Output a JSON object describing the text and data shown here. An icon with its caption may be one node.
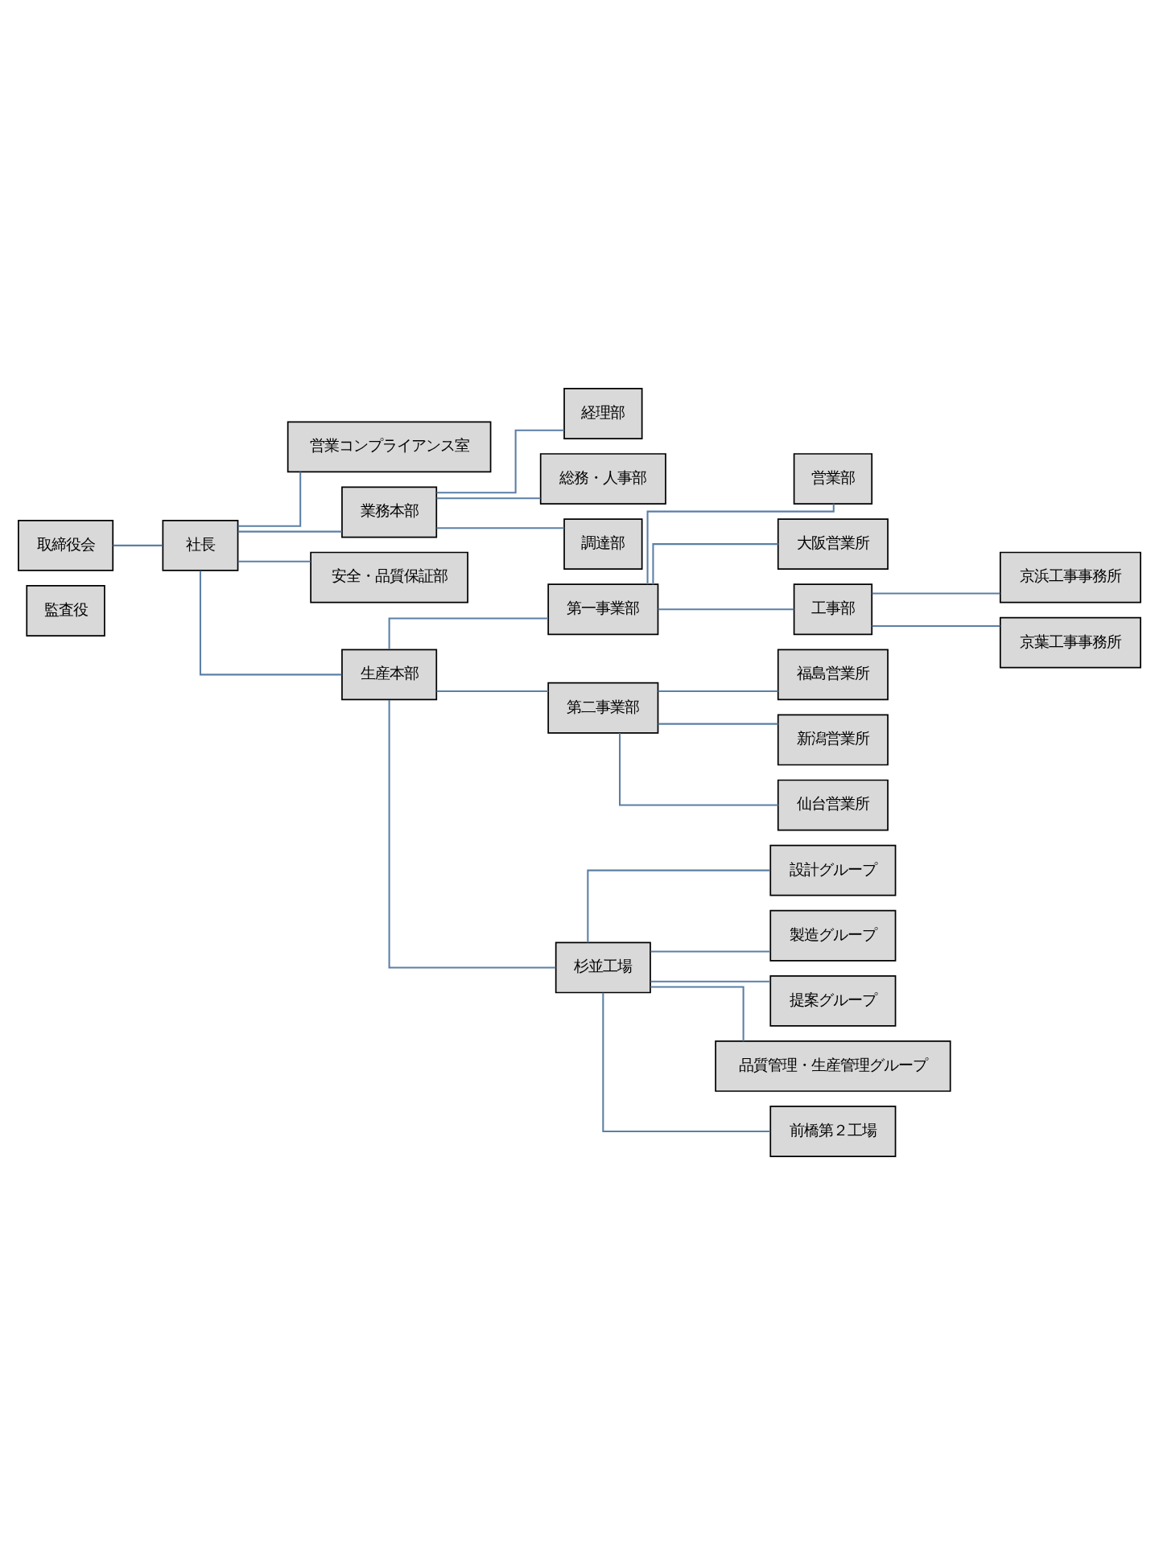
{
  "diagram": {
    "nodes": [
      {
        "text": [
          "取締役会"
        ]
      },
      {
        "text": [
          "社長"
        ]
      },
      {
        "text": [
          "監査役"
        ]
      },
      {
        "text": [
          "営業コンプライアンス室"
        ]
      },
      {
        "text": [
          "業務本部"
        ]
      },
      {
        "text": [
          "経理部"
        ]
      },
      {
        "text": [
          "総務・人事部"
        ]
      },
      {
        "text": [
          "調達部"
        ]
      },
      {
        "text": [
          "安全・品質保証部"
        ]
      },
      {
        "text": [
          "生産本部"
        ]
      },
      {
        "text": [
          "第一事業部"
        ]
      },
      {
        "text": [
          "営業部"
        ]
      },
      {
        "text": [
          "大阪営業所"
        ]
      },
      {
        "text": [
          "工事部"
        ]
      },
      {
        "text": [
          "京浜工事事務所"
        ]
      },
      {
        "text": [
          "京葉工事事務所"
        ]
      },
      {
        "text": [
          "第二事業部"
        ]
      },
      {
        "text": [
          "福島営業所"
        ]
      },
      {
        "text": [
          "新潟営業所"
        ]
      },
      {
        "text": [
          "仙台営業所"
        ]
      },
      {
        "text": [
          "杉並工場"
        ]
      },
      {
        "text": [
          "設計グループ"
        ]
      },
      {
        "text": [
          "製造グループ"
        ]
      },
      {
        "text": [
          "提案グループ"
        ]
      },
      {
        "text": [
          "品質管理・生産管理グループ"
        ]
      },
      {
        "text": [
          "前橋第２工場"
        ]
      }
    ],
    "edges": [
      {
        "from": 0,
        "to": 1,
        "arrow": "none"
      },
      {
        "from": 1,
        "to": 4,
        "arrow": "none"
      },
      {
        "from": 1,
        "to": 8,
        "arrow": "none"
      },
      {
        "from": 1,
        "to": 9,
        "arrow": "none"
      },
      {
        "from": 1,
        "to": 3,
        "arrow": "none"
      },
      {
        "from": 4,
        "to": 5,
        "arrow": "none"
      },
      {
        "from": 4,
        "to": 6,
        "arrow": "none"
      },
      {
        "from": 4,
        "to": 7,
        "arrow": "none"
      },
      {
        "from": 9,
        "to": 10,
        "arrow": "none"
      },
      {
        "from": 10,
        "to": 11,
        "arrow": "none"
      },
      {
        "from": 10,
        "to": 12,
        "arrow": "none"
      },
      {
        "from": 10,
        "to": 13,
        "arrow": "none"
      },
      {
        "from": 13,
        "to": 14,
        "arrow": "none"
      },
      {
        "from": 13,
        "to": 15,
        "arrow": "none"
      },
      {
        "from": 9,
        "to": 16,
        "arrow": "none"
      },
      {
        "from": 16,
        "to": 17,
        "arrow": "none"
      },
      {
        "from": 16,
        "to": 18,
        "arrow": "none"
      },
      {
        "from": 16,
        "to": 19,
        "arrow": "none"
      },
      {
        "from": 9,
        "to": 20,
        "arrow": "none"
      },
      {
        "from": 20,
        "to": 21,
        "arrow": "none"
      },
      {
        "from": 20,
        "to": 22,
        "arrow": "none"
      },
      {
        "from": 20,
        "to": 23,
        "arrow": "none"
      },
      {
        "from": 20,
        "to": 24,
        "arrow": "none"
      },
      {
        "from": 20,
        "to": 25,
        "arrow": "none"
      }
    ]
  }
}
